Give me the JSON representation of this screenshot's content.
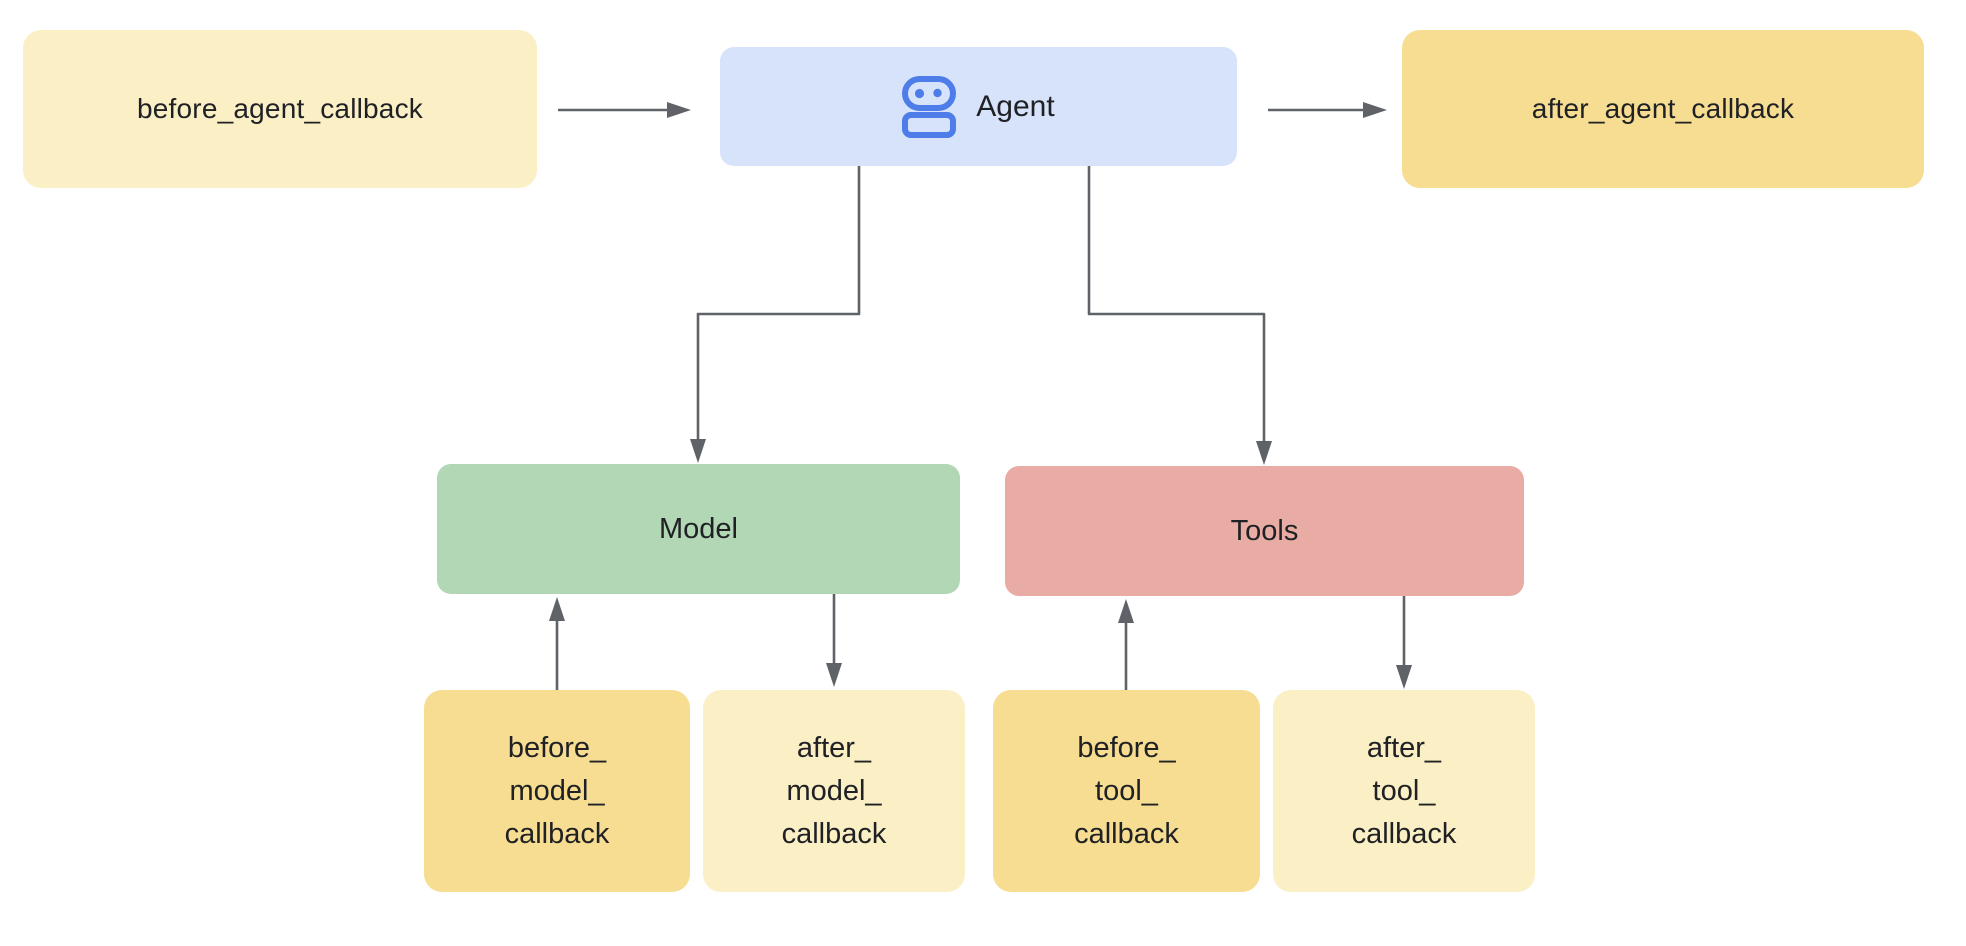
{
  "colors": {
    "pale_yellow": "#FAEFC5",
    "gold_yellow": "#F6DD92",
    "agent_blue_bg": "#D7E3FB",
    "robot_blue": "#4E7DE9",
    "model_green": "#B1D7B4",
    "tools_red": "#E9ACA4",
    "connector_gray": "#5F6368",
    "text_dark": "#202124"
  },
  "nodes": {
    "before_agent": {
      "label": "before_agent_callback"
    },
    "agent": {
      "label": "Agent",
      "icon": "robot-icon"
    },
    "after_agent": {
      "label": "after_agent_callback"
    },
    "model": {
      "label": "Model"
    },
    "tools": {
      "label": "Tools"
    },
    "before_model": {
      "lines": [
        "before_",
        "model_",
        "callback"
      ]
    },
    "after_model": {
      "lines": [
        "after_",
        "model_",
        "callback"
      ]
    },
    "before_tool": {
      "lines": [
        "before_",
        "tool_",
        "callback"
      ]
    },
    "after_tool": {
      "lines": [
        "after_",
        "tool_",
        "callback"
      ]
    }
  }
}
